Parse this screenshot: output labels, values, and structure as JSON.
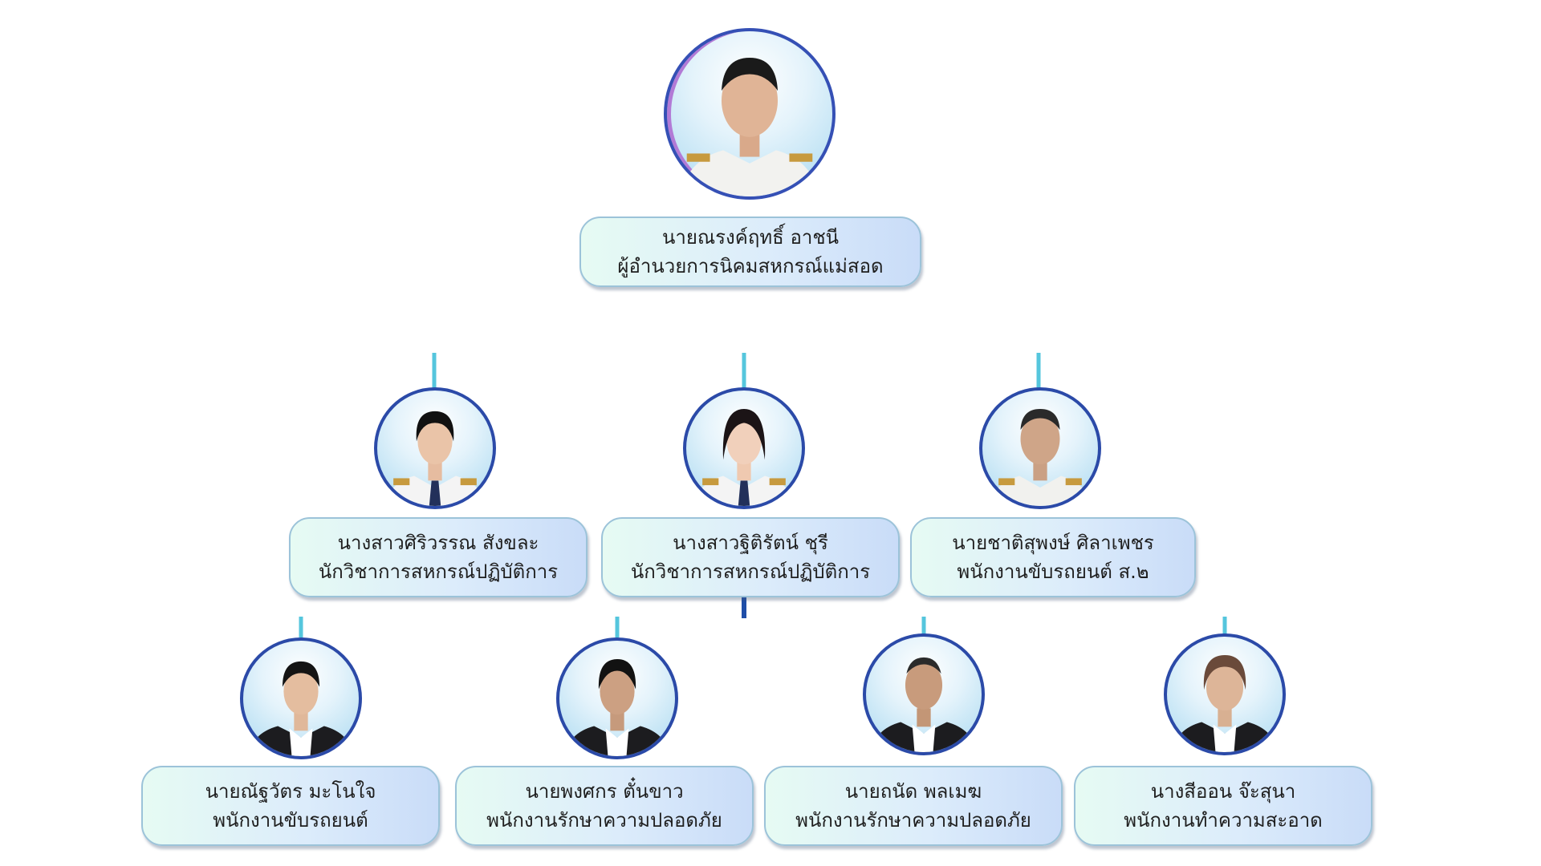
{
  "colors": {
    "line_dark": "#1f4ea8",
    "line_light": "#55c6dd",
    "avatar_ring": "#2b4aa8",
    "card_border": "#9cc3d9"
  },
  "director": {
    "name": "นายณรงค์ฤทธิ์ อาชนี",
    "title": "ผู้อำนวยการนิคมสหกรณ์แม่สอด"
  },
  "level2": [
    {
      "name": "นางสาวศิริวรรณ สังขละ",
      "title": "นักวิชาการสหกรณ์ปฏิบัติการ"
    },
    {
      "name": "นางสาวฐิติรัตน์ ชุรี",
      "title": "นักวิชาการสหกรณ์ปฏิบัติการ"
    },
    {
      "name": "นายชาติสุพงษ์ ศิลาเพชร",
      "title": "พนักงานขับรถยนต์ ส.๒"
    }
  ],
  "level3": [
    {
      "name": "นายณัฐวัตร มะโนใจ",
      "title": "พนักงานขับรถยนต์"
    },
    {
      "name": "นายพงศกร ตั๋นขาว",
      "title": "พนักงานรักษาความปลอดภัย"
    },
    {
      "name": "นายถนัด พลเมฆ",
      "title": "พนักงานรักษาความปลอดภัย"
    },
    {
      "name": "นางสีออน จ๊ะสุนา",
      "title": "พนักงานทำความสะอาด"
    }
  ]
}
